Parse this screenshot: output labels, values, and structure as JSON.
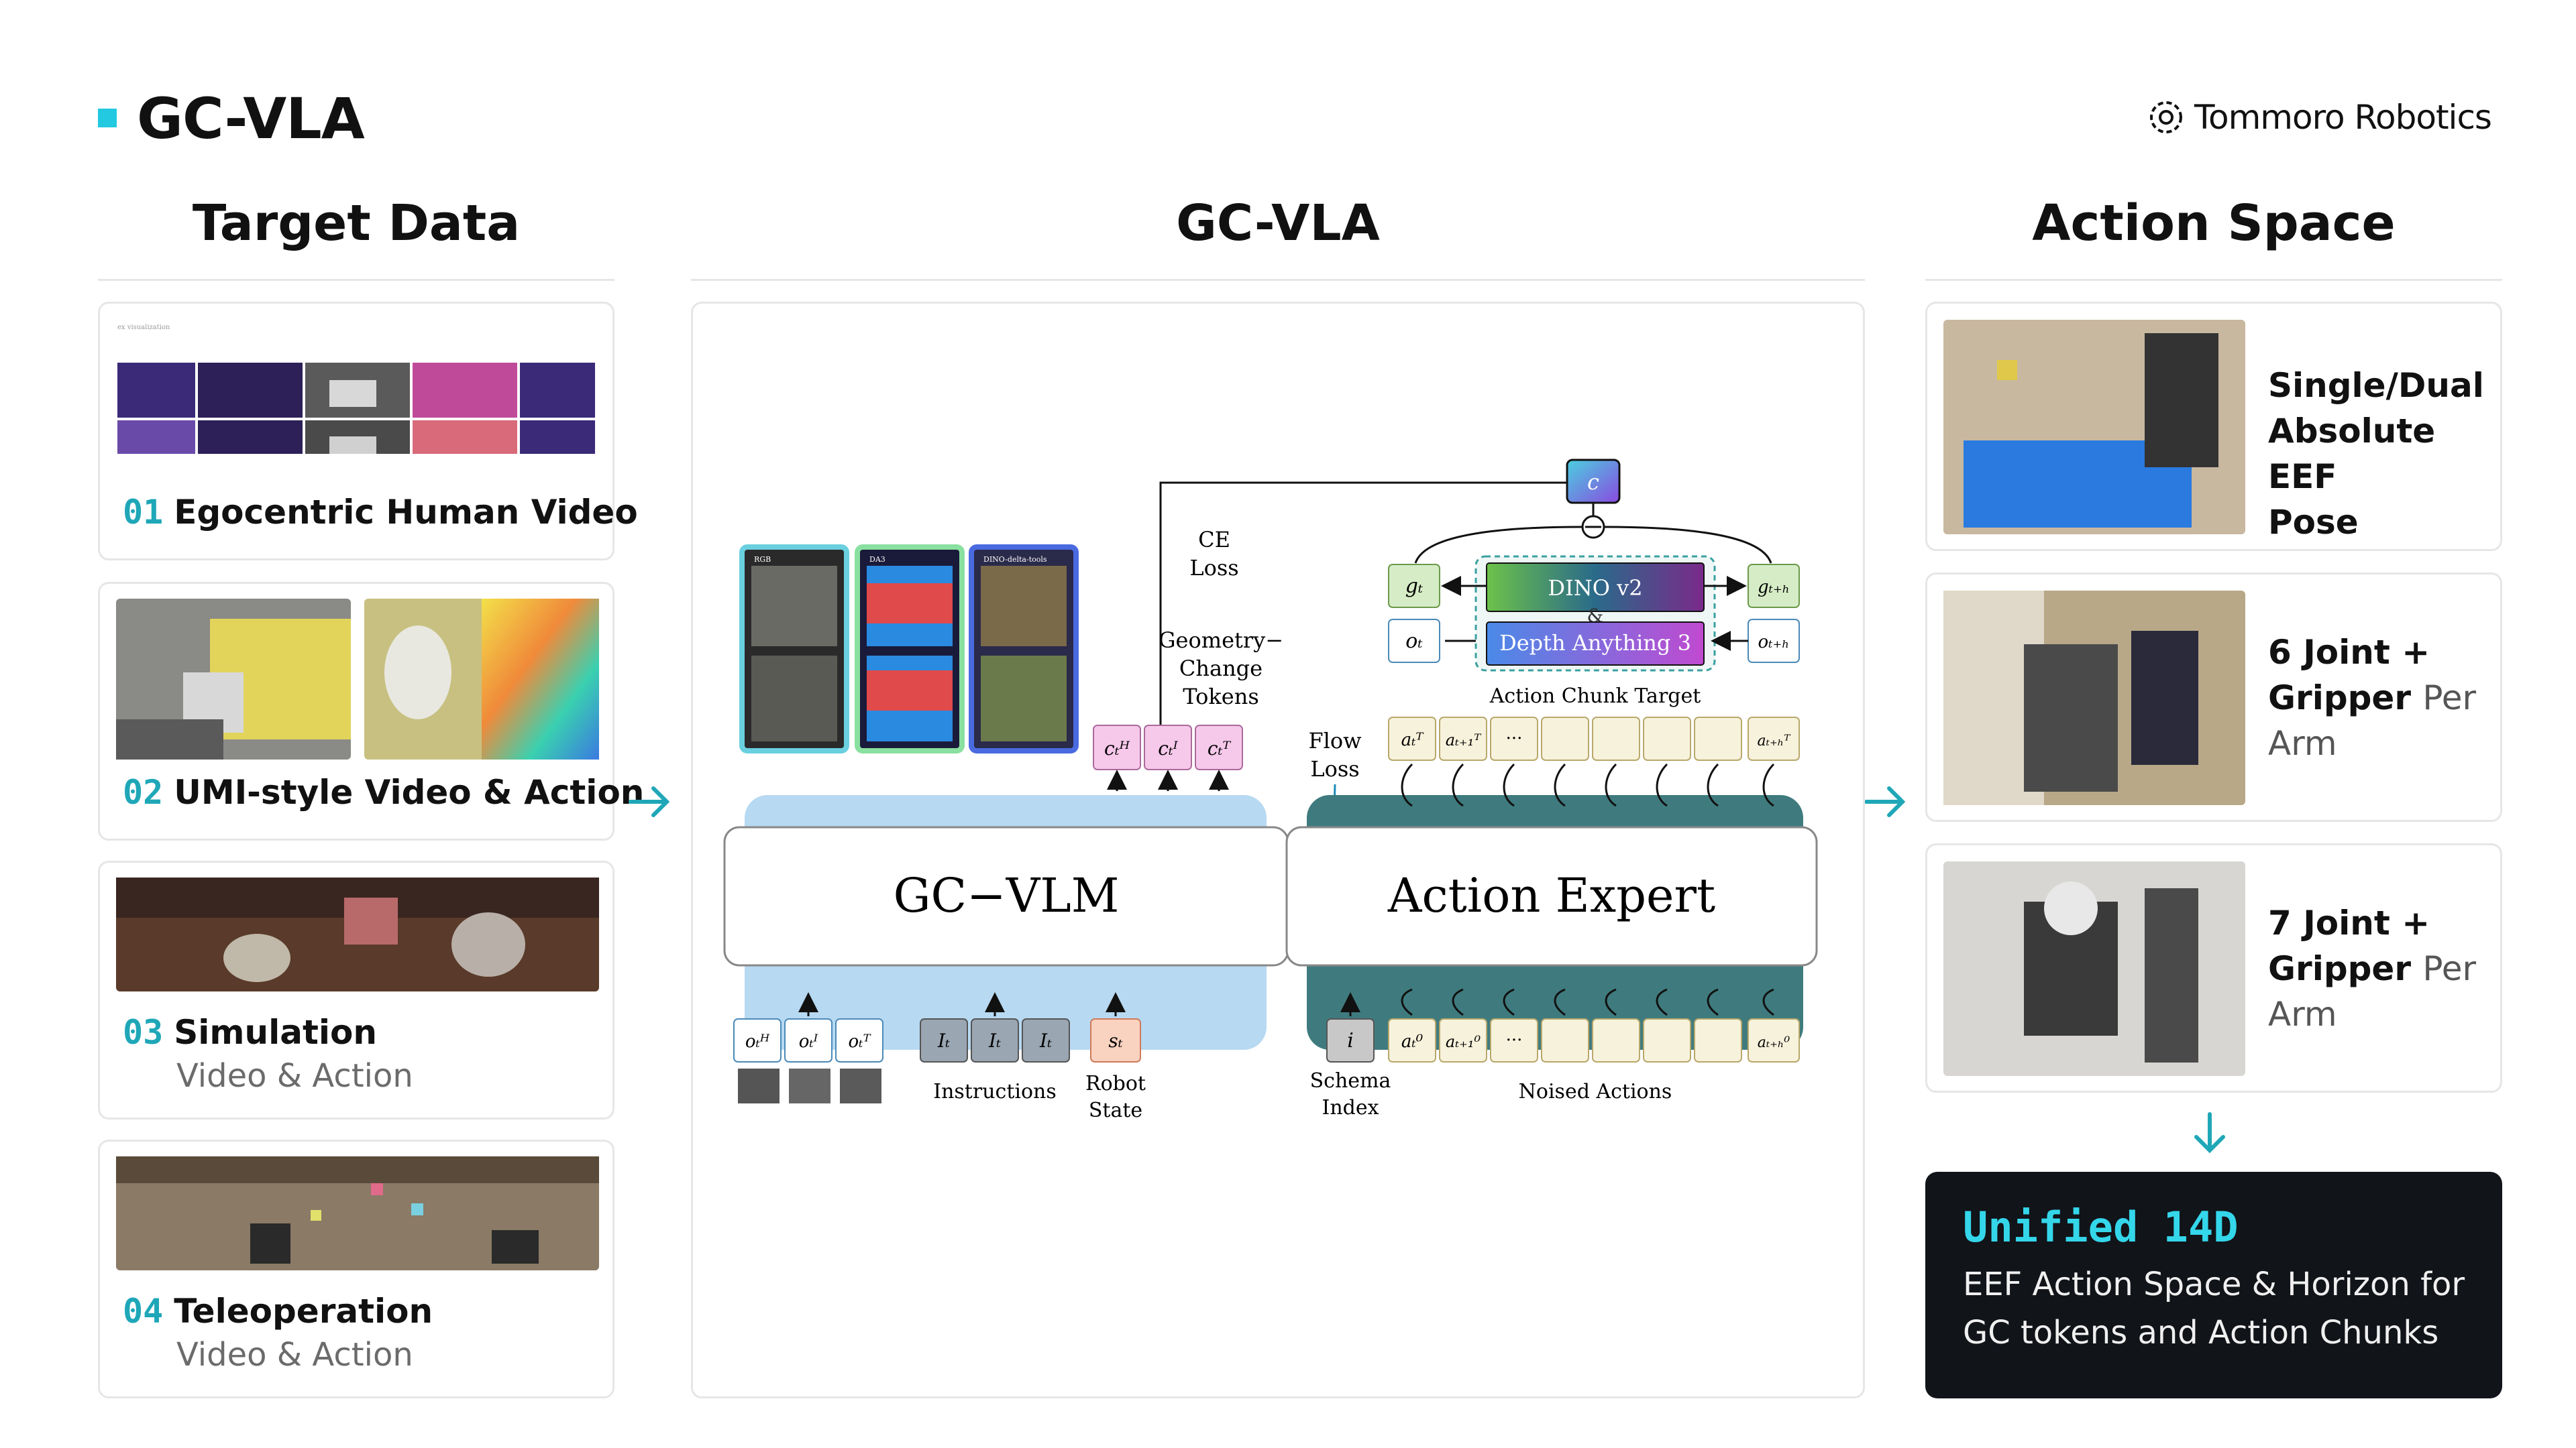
{
  "header": {
    "title": "GC-VLA",
    "brand": "Tommoro Robotics"
  },
  "columns": {
    "target": "Target Data",
    "middle": "GC-VLA",
    "action": "Action Space"
  },
  "target_cards": [
    {
      "num": "01",
      "title": "Egocentric Human Video",
      "sub": ""
    },
    {
      "num": "02",
      "title": "UMI-style Video & Action",
      "sub": ""
    },
    {
      "num": "03",
      "title": "Simulation",
      "sub": "Video & Action"
    },
    {
      "num": "04",
      "title": "Teleoperation",
      "sub": "Video & Action"
    }
  ],
  "diagram": {
    "ce_loss": [
      "CE",
      "Loss"
    ],
    "geom_tokens": [
      "Geometry−",
      "Change",
      "Tokens"
    ],
    "flow_loss": [
      "Flow",
      "Loss"
    ],
    "gc_vlm": "GC−VLM",
    "action_expert": "Action Expert",
    "dino": "DINO v2",
    "amp": "&",
    "depth": "Depth Anything 3",
    "chunk_target": "Action Chunk Target",
    "instructions": "Instructions",
    "robot_state": [
      "Robot",
      "State"
    ],
    "schema_index": [
      "Schema",
      "Index"
    ],
    "noised_actions": "Noised Actions",
    "c_t": "c",
    "i_token": "i",
    "s_token": "s",
    "ellipsis": "···",
    "thumb_labels": [
      "RGB",
      "DA3",
      "DINO-delta-tools"
    ]
  },
  "action_cards": [
    {
      "bold": [
        "Single/Dual",
        "Absolute EEF",
        "Pose"
      ],
      "light": ""
    },
    {
      "bold": [
        "6 Joint +",
        "Gripper"
      ],
      "light": "Per",
      "last": "Arm"
    },
    {
      "bold": [
        "7 Joint +",
        "Gripper"
      ],
      "light": "Per",
      "last": "Arm"
    }
  ],
  "unified": {
    "title": "Unified 14D",
    "line1": "EEF Action Space & Horizon for",
    "line2": "GC tokens and Action Chunks"
  },
  "colors": {
    "accent": "#22c9e0",
    "teal": "#1fa7b8",
    "blue_box": "#b7d9f2",
    "dark_teal": "#3f7b7e"
  }
}
